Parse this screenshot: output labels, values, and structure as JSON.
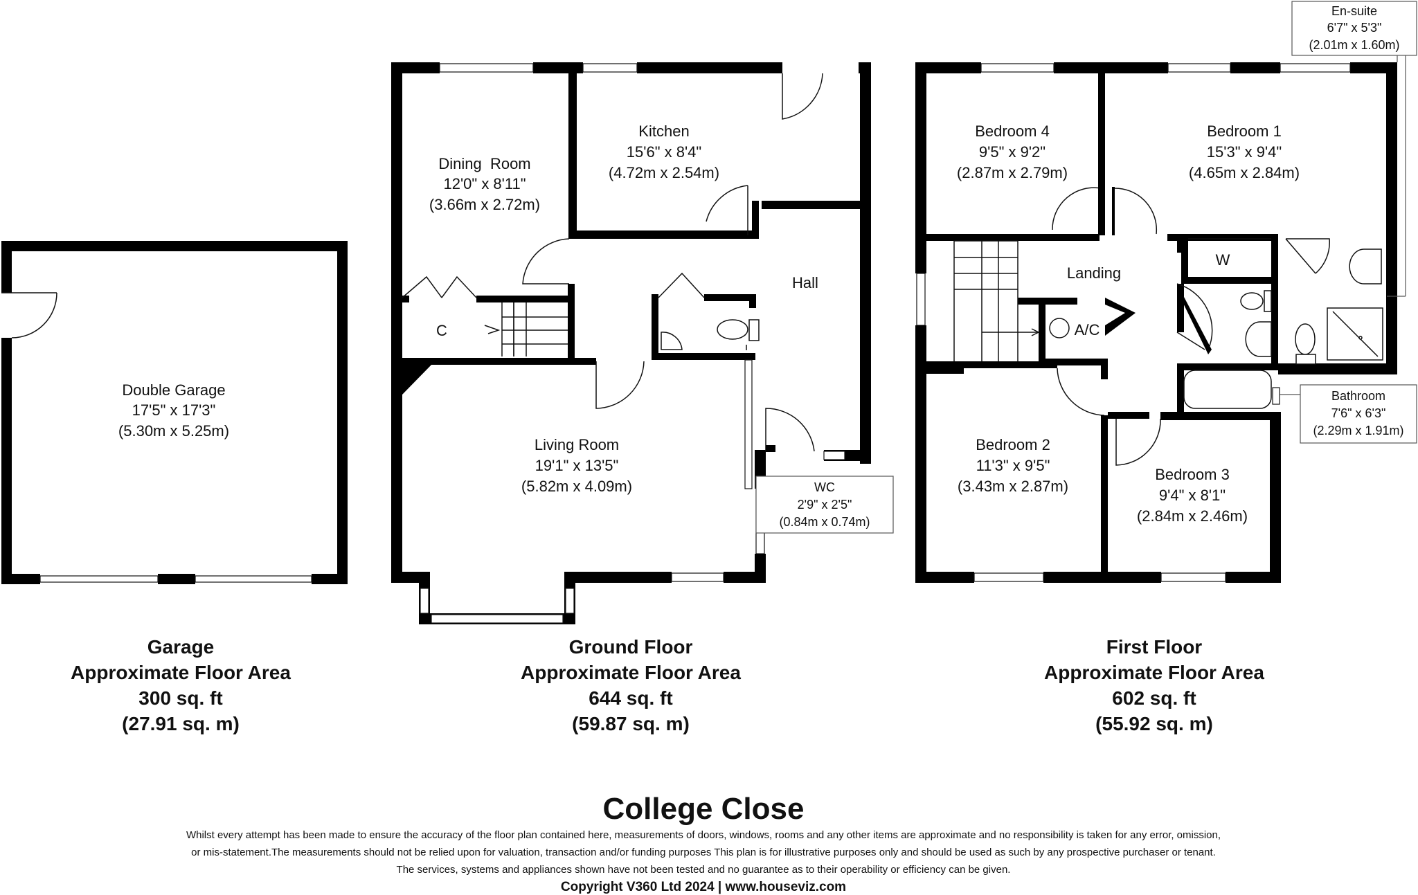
{
  "property_name": "College Close",
  "floors": {
    "garage": {
      "name": "Garage",
      "area_label": "Approximate Floor Area",
      "area_sqft": "300 sq. ft",
      "area_sqm": "(27.91 sq. m)"
    },
    "ground": {
      "name": "Ground Floor",
      "area_label": "Approximate Floor Area",
      "area_sqft": "644 sq. ft",
      "area_sqm": "(59.87 sq. m)"
    },
    "first": {
      "name": "First Floor",
      "area_label": "Approximate Floor Area",
      "area_sqft": "602 sq. ft",
      "area_sqm": "(55.92 sq. m)"
    }
  },
  "rooms": {
    "double_garage": {
      "name": "Double Garage",
      "imperial": "17'5\" x 17'3\"",
      "metric": "(5.30m x 5.25m)"
    },
    "dining_room": {
      "name": "Dining  Room",
      "imperial": "12'0\" x 8'11\"",
      "metric": "(3.66m x 2.72m)"
    },
    "kitchen": {
      "name": "Kitchen",
      "imperial": "15'6\" x 8'4\"",
      "metric": "(4.72m x 2.54m)"
    },
    "hall": {
      "name": "Hall"
    },
    "cupboard": {
      "name": "C"
    },
    "living_room": {
      "name": "Living Room",
      "imperial": "19'1\" x 13'5\"",
      "metric": "(5.82m x 4.09m)"
    },
    "wc": {
      "name": "WC",
      "imperial": "2'9\" x 2'5\"",
      "metric": "(0.84m x 0.74m)"
    },
    "bedroom_4": {
      "name": "Bedroom 4",
      "imperial": "9'5\" x 9'2\"",
      "metric": "(2.87m x 2.79m)"
    },
    "bedroom_1": {
      "name": "Bedroom 1",
      "imperial": "15'3\" x 9'4\"",
      "metric": "(4.65m x 2.84m)"
    },
    "en_suite": {
      "name": "En-suite",
      "imperial": "6'7\" x 5'3\"",
      "metric": "(2.01m x 1.60m)"
    },
    "landing": {
      "name": "Landing"
    },
    "wardrobe": {
      "name": "W"
    },
    "airing_cupboard": {
      "name": "A/C"
    },
    "bathroom": {
      "name": "Bathroom",
      "imperial": "7'6\" x 6'3\"",
      "metric": "(2.29m x 1.91m)"
    },
    "bedroom_2": {
      "name": "Bedroom 2",
      "imperial": "11'3\" x 9'5\"",
      "metric": "(3.43m x 2.87m)"
    },
    "bedroom_3": {
      "name": "Bedroom 3",
      "imperial": "9'4\" x 8'1\"",
      "metric": "(2.84m x 2.46m)"
    }
  },
  "disclaimer": {
    "line1": "Whilst every attempt has been made to ensure the accuracy of the floor plan contained here, measurements of doors, windows, rooms and any other items are approximate and no responsibility is taken for any error, omission,",
    "line2": "or mis-statement.The measurements should not be relied upon for valuation, transaction and/or funding purposes This plan is for illustrative purposes only and should be used as such by any prospective purchaser or tenant.",
    "line3": "The services, systems and appliances shown have not been tested and no guarantee as to their operability or efficiency can be given."
  },
  "copyright": "Copyright V360 Ltd 2024 | www.houseviz.com"
}
